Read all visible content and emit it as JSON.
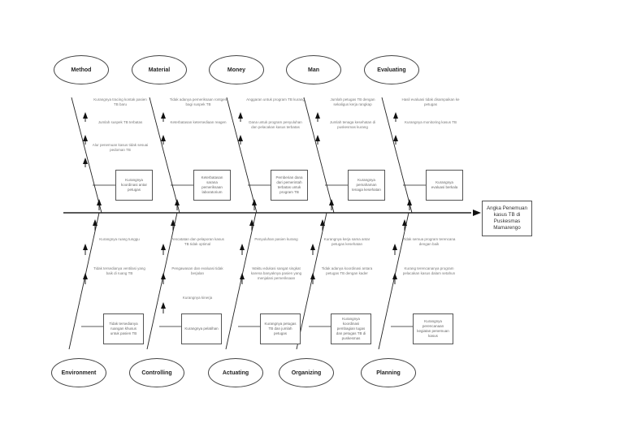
{
  "result": "Angka Penemuan kasus TB di Puskesmas Mamarengo",
  "top_categories": [
    {
      "label": "Method",
      "box": "Kurangnya koordinasi antar petugas",
      "causes": [
        "Kurangnya tracing kontak pasien TB baru",
        "Jumlah suspek TB terbatas",
        "Alur penemuan kasus tidak sesuai pedoman TB"
      ]
    },
    {
      "label": "Material",
      "box": "Keterbatasan sarana pemeriksaan laboratorium",
      "causes": [
        "Tidak adanya pemeriksaan rontgen bagi suspek TB",
        "Keterbatasan ketersediaan reagen"
      ]
    },
    {
      "label": "Money",
      "box": "Pemberian dana dari pemerintah terbatas untuk program TB",
      "causes": [
        "Anggaran untuk program TB kurang",
        "Dana untuk program penyuluhan dan pelacakan kasus terbatas"
      ]
    },
    {
      "label": "Man",
      "box": "Kurangnya pemahaman tenaga kesehatan",
      "causes": [
        "Jumlah petugas TB dengan sekaligus kerja rangkap",
        "Jumlah tenaga kesehatan di puskesmas kurang"
      ]
    },
    {
      "label": "Evaluating",
      "box": "Kurangnya evaluasi berkala",
      "causes": [
        "Hasil evaluasi tidak disampaikan ke petugas",
        "Kurangnya monitoring kasus TB"
      ]
    }
  ],
  "bottom_categories": [
    {
      "label": "Environment",
      "box": "Tidak tersedianya ruangan khusus untuk pasien TB",
      "causes": [
        "Kurangnya ruang tunggu",
        "Tidak tersedianya ventilasi yang baik di ruang TB"
      ]
    },
    {
      "label": "Controlling",
      "box": "Kurangnya pelatihan",
      "causes": [
        "Pencatatan dan pelaporan kasus TB tidak optimal",
        "Pengawasan dan evaluasi tidak berjalan",
        "Kurangnya kinerja"
      ]
    },
    {
      "label": "Actuating",
      "box": "Kurangnya petugas TB dan jumlah petugas",
      "causes": [
        "Penyuluhan pasien kurang",
        "Waktu edukasi sangat singkat karena banyaknya pasien yang menjalani pemeriksaan"
      ]
    },
    {
      "label": "Organizing",
      "box": "Kurangnya koordinasi pembagian tugas dan petugas TB di puskesmas",
      "causes": [
        "Kurangnya kerja sama antar petugas kesehatan",
        "Tidak adanya koordinasi antara petugas TB dengan kader"
      ]
    },
    {
      "label": "Planning",
      "box": "Kurangnya perencanaan kegiatan penemuan kasus",
      "causes": [
        "Tidak semua program terencana dengan baik",
        "Kurang terencananya program pelacakan kasus dalam setahun"
      ]
    }
  ]
}
